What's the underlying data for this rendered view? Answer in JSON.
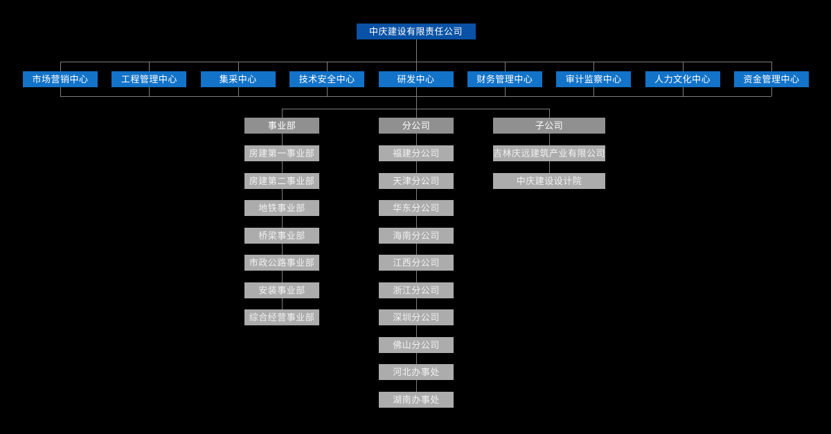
{
  "chart": {
    "root": "中庆建设有限责任公司",
    "centers": [
      "市场营销中心",
      "工程管理中心",
      "集采中心",
      "技术安全中心",
      "研发中心",
      "财务管理中心",
      "审计监察中心",
      "人力文化中心",
      "资金管理中心"
    ],
    "groups": [
      {
        "label": "事业部",
        "children": [
          "房建第一事业部",
          "房建第二事业部",
          "地铁事业部",
          "桥梁事业部",
          "市政公路事业部",
          "安装事业部",
          "综合经营事业部"
        ]
      },
      {
        "label": "分公司",
        "children": [
          "福建分公司",
          "天津分公司",
          "华东分公司",
          "海南分公司",
          "江西分公司",
          "浙江分公司",
          "深圳分公司",
          "佛山分公司",
          "河北办事处",
          "湖南办事处"
        ]
      },
      {
        "label": "子公司",
        "children": [
          "吉林庆远建筑产业有限公司",
          "中庆建设设计院"
        ]
      }
    ],
    "colors": {
      "background": "#000000",
      "root_bg": "#0a52a5",
      "center_bg": "#1273c8",
      "group_bg": "#909090",
      "child_bg": "#acacac",
      "line": "#808080",
      "text": "#ffffff"
    }
  }
}
